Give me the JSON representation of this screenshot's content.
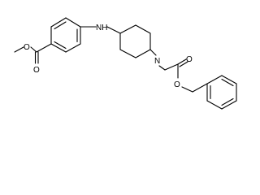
{
  "molecule": {
    "atoms": {
      "ester_carbonyl_oxygen": "O",
      "ester_ether_oxygen": "O",
      "amine_nitrogen": "NH",
      "piperidine_nitrogen": "N",
      "carbamate_carbonyl_oxygen": "O",
      "carbamate_ether_oxygen": "O"
    },
    "colors": {
      "bond": "#000000",
      "label": "#000000",
      "background": "#ffffff"
    }
  }
}
